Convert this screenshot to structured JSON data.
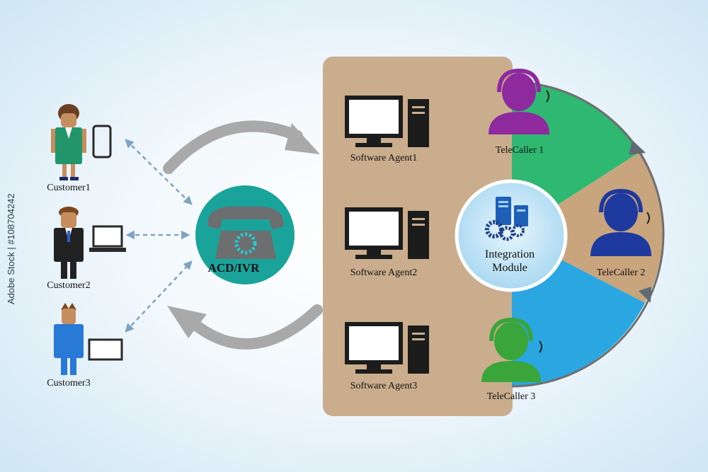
{
  "customers": [
    {
      "label": "Customer1",
      "device": "phone"
    },
    {
      "label": "Customer2",
      "device": "laptop"
    },
    {
      "label": "Customer3",
      "device": "tablet"
    }
  ],
  "acd": {
    "label": "ACD/IVR"
  },
  "agents": [
    {
      "label": "Software Agent1"
    },
    {
      "label": "Software Agent2"
    },
    {
      "label": "Software Agent3"
    }
  ],
  "integration": {
    "line1": "Integration",
    "line2": "Module"
  },
  "telecallers": [
    {
      "label": "TeleCaller 1",
      "color": "#8e2a9e"
    },
    {
      "label": "TeleCaller 2",
      "color": "#1f3a9e"
    },
    {
      "label": "TeleCaller 3",
      "color": "#3aa53a"
    }
  ],
  "stock_id": "Adobe Stock | #108704242",
  "colors": {
    "teal": "#1aa39a",
    "panel": "#c9ad8c",
    "green_segment": "#2eb872",
    "tan_segment": "#c9a57e",
    "blue_segment": "#2aa6e0"
  }
}
